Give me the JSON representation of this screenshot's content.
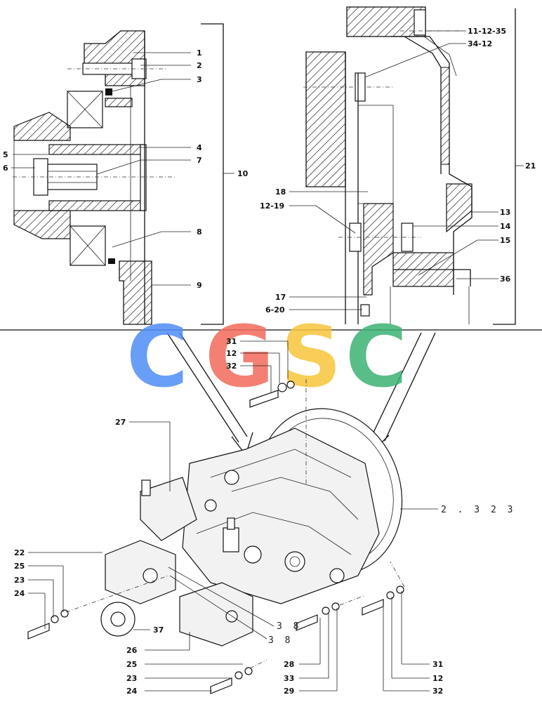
{
  "watermark": {
    "letters": [
      "C",
      "G",
      "S",
      "C"
    ],
    "colors": [
      "#4f8ef7",
      "#f26b5b",
      "#f7c63c",
      "#3bb273"
    ]
  },
  "left_section": {
    "callouts": [
      "1",
      "2",
      "3",
      "4",
      "5",
      "6",
      "7",
      "8",
      "9"
    ],
    "group_label": "10"
  },
  "right_section": {
    "callouts": [
      "11-12-35",
      "34-12",
      "18",
      "12-19",
      "13",
      "14",
      "15",
      "36",
      "17",
      "6-20"
    ],
    "group_label": "21"
  },
  "assembly": {
    "reference": "2 . 3 2 3",
    "callouts_top": [
      "31",
      "12",
      "32"
    ],
    "callout_27": "27",
    "callouts_left": [
      "22",
      "25",
      "23",
      "24"
    ],
    "callout_37": "37",
    "callout_26": "26",
    "callouts_bottom_left": [
      "25",
      "23",
      "24"
    ],
    "callouts_38": [
      "3 8",
      "3 8"
    ],
    "callouts_bottom_mid": [
      "28",
      "33",
      "29"
    ],
    "callouts_bottom_right": [
      "31",
      "12",
      "32"
    ]
  }
}
